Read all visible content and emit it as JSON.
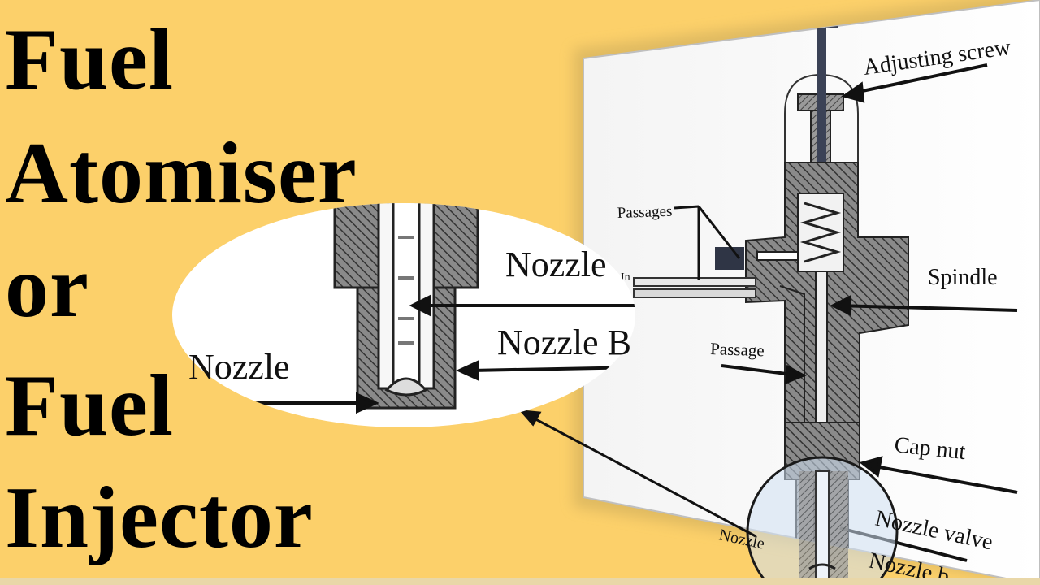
{
  "title": {
    "line1": "Fuel",
    "line2": "Atomiser",
    "line3": "or",
    "line4": "Fuel",
    "line5": "Injector"
  },
  "diagram": {
    "labels": {
      "adjusting_screw": "Adjusting screw",
      "passages": "Passages",
      "spindle": "Spindle",
      "passage": "Passage",
      "cap_nut": "Cap nut",
      "nozzle": "Nozzle",
      "nozzle_valve": "Nozzle valve",
      "nozzle_body": "Nozzle b",
      "inlet": "In"
    },
    "zoom_labels": {
      "nozzle_left": "Nozzle",
      "nozzle_valve": "Nozzle",
      "nozzle_body": "Nozzle B"
    }
  },
  "colors": {
    "background": "#FCD06A",
    "hatch": "#555555",
    "magnifier": "#8fb7e0"
  }
}
